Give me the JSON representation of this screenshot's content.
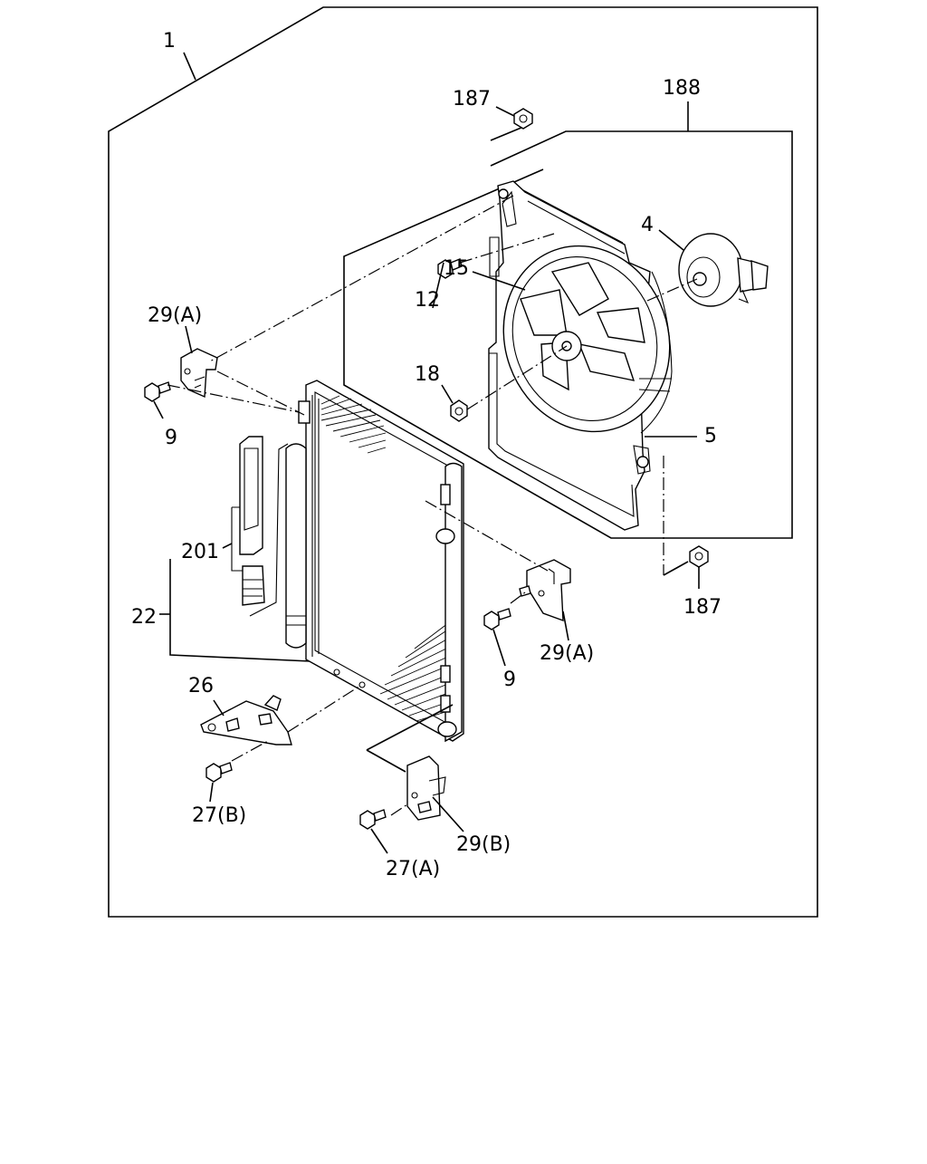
{
  "diagram": {
    "labels": {
      "p1": "1",
      "p187_top": "187",
      "p188": "188",
      "p4": "4",
      "p15": "15",
      "p12": "12",
      "p29a_left": "29(A)",
      "p18": "18",
      "p9_left": "9",
      "p5": "5",
      "p201": "201",
      "p187_bottom": "187",
      "p22": "22",
      "p9_right": "9",
      "p29a_right": "29(A)",
      "p26": "26",
      "p27b": "27(B)",
      "p29b": "29(B)",
      "p27a": "27(A)"
    }
  }
}
